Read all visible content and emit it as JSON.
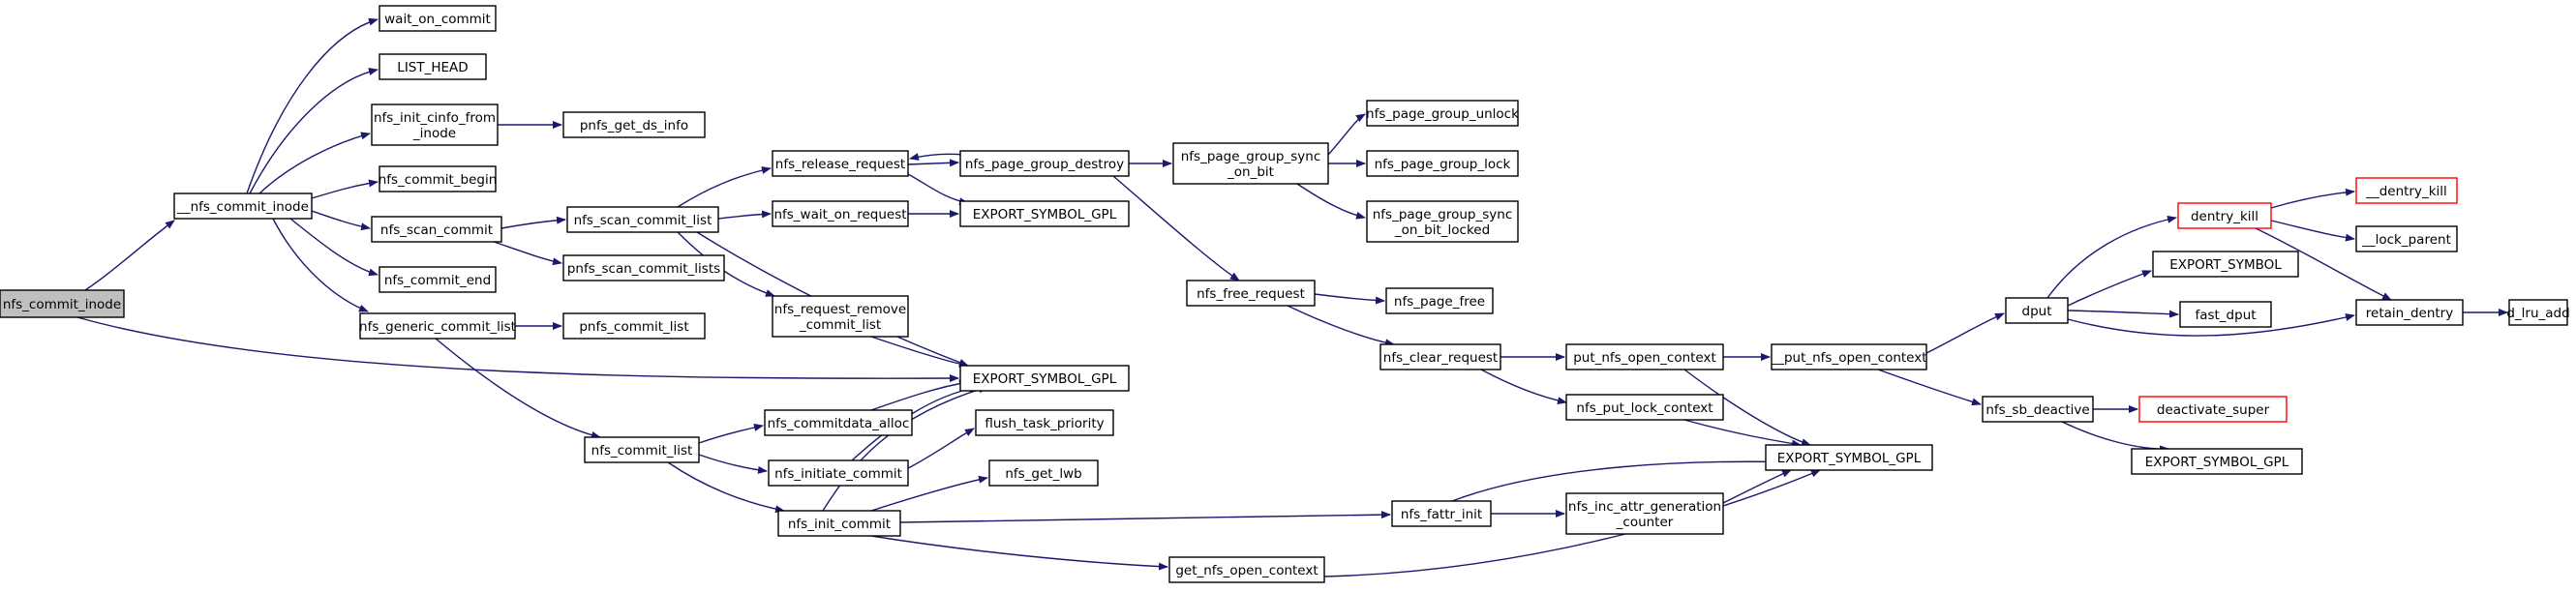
{
  "graph": {
    "nodes": [
      {
        "id": "n_root",
        "lines": [
          "nfs_commit_inode"
        ],
        "style": "root"
      },
      {
        "id": "n_nci",
        "lines": [
          "__nfs_commit_inode"
        ]
      },
      {
        "id": "n_woc",
        "lines": [
          "wait_on_commit"
        ]
      },
      {
        "id": "n_lh",
        "lines": [
          "LIST_HEAD"
        ]
      },
      {
        "id": "n_nicf",
        "lines": [
          "nfs_init_cinfo_from",
          "_inode"
        ]
      },
      {
        "id": "n_pgdi",
        "lines": [
          "pnfs_get_ds_info"
        ]
      },
      {
        "id": "n_ncb",
        "lines": [
          "nfs_commit_begin"
        ]
      },
      {
        "id": "n_nsc",
        "lines": [
          "nfs_scan_commit"
        ]
      },
      {
        "id": "n_nce",
        "lines": [
          "nfs_commit_end"
        ]
      },
      {
        "id": "n_ngcl",
        "lines": [
          "nfs_generic_commit_list"
        ]
      },
      {
        "id": "n_pcl",
        "lines": [
          "pnfs_commit_list"
        ]
      },
      {
        "id": "n_nscl",
        "lines": [
          "nfs_scan_commit_list"
        ]
      },
      {
        "id": "n_pscl",
        "lines": [
          "pnfs_scan_commit_lists"
        ]
      },
      {
        "id": "n_nrr",
        "lines": [
          "nfs_release_request"
        ]
      },
      {
        "id": "n_nwor",
        "lines": [
          "nfs_wait_on_request"
        ]
      },
      {
        "id": "n_nrrcl",
        "lines": [
          "nfs_request_remove",
          "_commit_list"
        ]
      },
      {
        "id": "n_esg_main",
        "lines": [
          "EXPORT_SYMBOL_GPL"
        ]
      },
      {
        "id": "n_npgd",
        "lines": [
          "nfs_page_group_destroy"
        ]
      },
      {
        "id": "n_esg2",
        "lines": [
          "EXPORT_SYMBOL_GPL"
        ]
      },
      {
        "id": "n_npgsob",
        "lines": [
          "nfs_page_group_sync",
          "_on_bit"
        ]
      },
      {
        "id": "n_npgu",
        "lines": [
          "nfs_page_group_unlock"
        ]
      },
      {
        "id": "n_npgl",
        "lines": [
          "nfs_page_group_lock"
        ]
      },
      {
        "id": "n_npgsobl",
        "lines": [
          "nfs_page_group_sync",
          "_on_bit_locked"
        ]
      },
      {
        "id": "n_nfr",
        "lines": [
          "nfs_free_request"
        ]
      },
      {
        "id": "n_npf",
        "lines": [
          "nfs_page_free"
        ]
      },
      {
        "id": "n_ncr",
        "lines": [
          "nfs_clear_request"
        ]
      },
      {
        "id": "n_pnoc",
        "lines": [
          "put_nfs_open_context"
        ]
      },
      {
        "id": "n_nplc",
        "lines": [
          "nfs_put_lock_context"
        ]
      },
      {
        "id": "n__pnoc",
        "lines": [
          "__put_nfs_open_context"
        ]
      },
      {
        "id": "n_esg_right",
        "lines": [
          "EXPORT_SYMBOL_GPL"
        ]
      },
      {
        "id": "n_ncl",
        "lines": [
          "nfs_commit_list"
        ]
      },
      {
        "id": "n_ncda",
        "lines": [
          "nfs_commitdata_alloc"
        ]
      },
      {
        "id": "n_nic",
        "lines": [
          "nfs_initiate_commit"
        ]
      },
      {
        "id": "n_ftp",
        "lines": [
          "flush_task_priority"
        ]
      },
      {
        "id": "n_ngl",
        "lines": [
          "nfs_get_lwb"
        ]
      },
      {
        "id": "n_ninit",
        "lines": [
          "nfs_init_commit"
        ]
      },
      {
        "id": "n_nfi",
        "lines": [
          "nfs_fattr_init"
        ]
      },
      {
        "id": "n_niagc",
        "lines": [
          "nfs_inc_attr_generation",
          "_counter"
        ]
      },
      {
        "id": "n_gnoc",
        "lines": [
          "get_nfs_open_context"
        ]
      },
      {
        "id": "n_dput",
        "lines": [
          "dput"
        ]
      },
      {
        "id": "n_dk",
        "lines": [
          "dentry_kill"
        ],
        "style": "trunc"
      },
      {
        "id": "n__dk",
        "lines": [
          "__dentry_kill"
        ],
        "style": "trunc"
      },
      {
        "id": "n_lp",
        "lines": [
          "__lock_parent"
        ]
      },
      {
        "id": "n_es",
        "lines": [
          "EXPORT_SYMBOL"
        ]
      },
      {
        "id": "n_fd",
        "lines": [
          "fast_dput"
        ]
      },
      {
        "id": "n_rd",
        "lines": [
          "retain_dentry"
        ]
      },
      {
        "id": "n_dla",
        "lines": [
          "d_lru_add"
        ]
      },
      {
        "id": "n_nsd",
        "lines": [
          "nfs_sb_deactive"
        ]
      },
      {
        "id": "n_ds",
        "lines": [
          "deactivate_super"
        ],
        "style": "trunc"
      },
      {
        "id": "n_esg_far",
        "lines": [
          "EXPORT_SYMBOL_GPL"
        ]
      }
    ],
    "edges": [
      {
        "id": "e1",
        "from": "n_root",
        "to": "n_nci"
      },
      {
        "id": "e2",
        "from": "n_root",
        "to": "n_esg_main"
      },
      {
        "id": "e3",
        "from": "n_nci",
        "to": "n_woc"
      },
      {
        "id": "e4",
        "from": "n_nci",
        "to": "n_lh"
      },
      {
        "id": "e5",
        "from": "n_nci",
        "to": "n_nicf"
      },
      {
        "id": "e6",
        "from": "n_nci",
        "to": "n_ncb"
      },
      {
        "id": "e7",
        "from": "n_nci",
        "to": "n_nsc"
      },
      {
        "id": "e8",
        "from": "n_nci",
        "to": "n_nce"
      },
      {
        "id": "e9",
        "from": "n_nci",
        "to": "n_ngcl"
      },
      {
        "id": "e10",
        "from": "n_nicf",
        "to": "n_pgdi"
      },
      {
        "id": "e11",
        "from": "n_nsc",
        "to": "n_nscl"
      },
      {
        "id": "e12",
        "from": "n_nsc",
        "to": "n_pscl"
      },
      {
        "id": "e13",
        "from": "n_nscl",
        "to": "n_nrr"
      },
      {
        "id": "e14",
        "from": "n_nscl",
        "to": "n_nwor"
      },
      {
        "id": "e15",
        "from": "n_nscl",
        "to": "n_nrrcl"
      },
      {
        "id": "e16",
        "from": "n_nscl",
        "to": "n_esg_main"
      },
      {
        "id": "e17",
        "from": "n_nrr",
        "to": "n_npgd"
      },
      {
        "id": "e18",
        "from": "n_nrr",
        "to": "n_esg2"
      },
      {
        "id": "e19",
        "from": "n_npgd",
        "to": "n_nrr"
      },
      {
        "id": "e20",
        "from": "n_npgd",
        "to": "n_npgsob"
      },
      {
        "id": "e21",
        "from": "n_npgd",
        "to": "n_nfr"
      },
      {
        "id": "e22",
        "from": "n_nwor",
        "to": "n_esg2"
      },
      {
        "id": "e23",
        "from": "n_npgsob",
        "to": "n_npgu"
      },
      {
        "id": "e24",
        "from": "n_npgsob",
        "to": "n_npgl"
      },
      {
        "id": "e25",
        "from": "n_npgsob",
        "to": "n_npgsobl"
      },
      {
        "id": "e26",
        "from": "n_nfr",
        "to": "n_npf"
      },
      {
        "id": "e27",
        "from": "n_nfr",
        "to": "n_ncr"
      },
      {
        "id": "e28",
        "from": "n_ncr",
        "to": "n_pnoc"
      },
      {
        "id": "e29",
        "from": "n_ncr",
        "to": "n_nplc"
      },
      {
        "id": "e30",
        "from": "n_pnoc",
        "to": "n__pnoc"
      },
      {
        "id": "e31",
        "from": "n_pnoc",
        "to": "n_esg_right"
      },
      {
        "id": "e32",
        "from": "n_nplc",
        "to": "n_esg_right"
      },
      {
        "id": "e33",
        "from": "n__pnoc",
        "to": "n_dput"
      },
      {
        "id": "e34",
        "from": "n__pnoc",
        "to": "n_nsd"
      },
      {
        "id": "e35",
        "from": "n_nrrcl",
        "to": "n_esg_main"
      },
      {
        "id": "e36",
        "from": "n_ngcl",
        "to": "n_pcl"
      },
      {
        "id": "e37",
        "from": "n_ngcl",
        "to": "n_ncl"
      },
      {
        "id": "e38",
        "from": "n_ncl",
        "to": "n_ncda"
      },
      {
        "id": "e39",
        "from": "n_ncl",
        "to": "n_nic"
      },
      {
        "id": "e40",
        "from": "n_ncl",
        "to": "n_ninit"
      },
      {
        "id": "e41",
        "from": "n_ncda",
        "to": "n_esg_main"
      },
      {
        "id": "e42",
        "from": "n_nic",
        "to": "n_ftp"
      },
      {
        "id": "e43",
        "from": "n_nic",
        "to": "n_esg_main"
      },
      {
        "id": "e44",
        "from": "n_ninit",
        "to": "n_ngl"
      },
      {
        "id": "e45",
        "from": "n_ninit",
        "to": "n_nfi"
      },
      {
        "id": "e46",
        "from": "n_ninit",
        "to": "n_gnoc"
      },
      {
        "id": "e47",
        "from": "n_ninit",
        "to": "n_esg_main"
      },
      {
        "id": "e48",
        "from": "n_nfi",
        "to": "n_niagc"
      },
      {
        "id": "e49",
        "from": "n_nfi",
        "to": "n_esg_right"
      },
      {
        "id": "e50",
        "from": "n_niagc",
        "to": "n_esg_right"
      },
      {
        "id": "e51",
        "from": "n_gnoc",
        "to": "n_esg_right"
      },
      {
        "id": "e52",
        "from": "n_dput",
        "to": "n_dk"
      },
      {
        "id": "e53",
        "from": "n_dput",
        "to": "n_es"
      },
      {
        "id": "e54",
        "from": "n_dput",
        "to": "n_fd"
      },
      {
        "id": "e55",
        "from": "n_dput",
        "to": "n_rd"
      },
      {
        "id": "e56",
        "from": "n_dk",
        "to": "n__dk"
      },
      {
        "id": "e57",
        "from": "n_dk",
        "to": "n_lp"
      },
      {
        "id": "e58",
        "from": "n_dk",
        "to": "n_rd"
      },
      {
        "id": "e59",
        "from": "n_rd",
        "to": "n_dla"
      },
      {
        "id": "e60",
        "from": "n_nsd",
        "to": "n_ds"
      },
      {
        "id": "e61",
        "from": "n_nsd",
        "to": "n_esg_far"
      }
    ],
    "colors": {
      "edge": "#191970",
      "node_border": "#000000",
      "node_fill": "#ffffff",
      "root_fill": "#bfbfbf",
      "truncated_border": "#ff0000"
    }
  }
}
